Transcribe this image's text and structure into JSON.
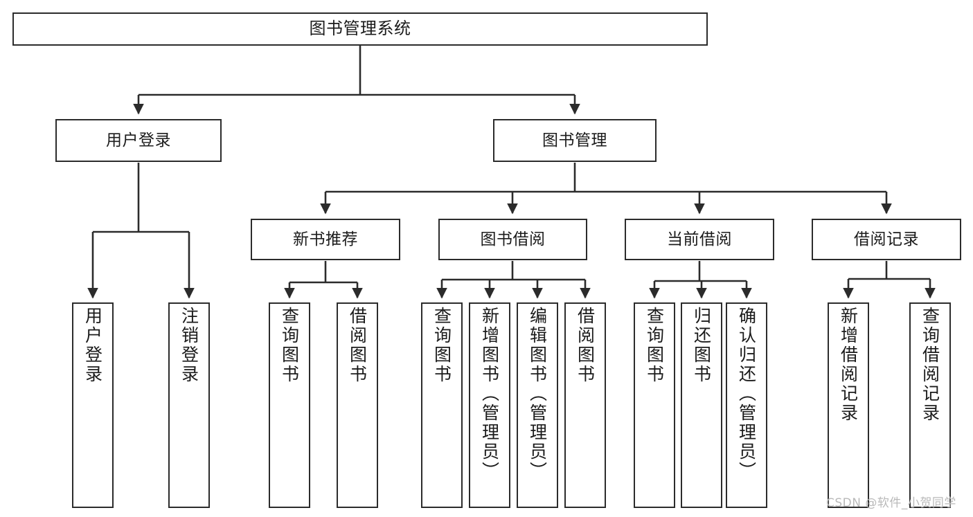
{
  "diagram": {
    "type": "tree-hierarchy",
    "title": "图书管理系统",
    "watermark": "CSDN @软件_小贺同学",
    "colors": {
      "stroke": "#2b2b2b",
      "fill": "#ffffff",
      "text": "#1b1b1b",
      "watermark": "#b9b9b9"
    },
    "nodes": {
      "root": {
        "label": "图书管理系统"
      },
      "level1": [
        {
          "id": "user-login",
          "label": "用户登录"
        },
        {
          "id": "book-management",
          "label": "图书管理"
        }
      ],
      "level2": [
        {
          "id": "new-book-recommend",
          "label": "新书推荐"
        },
        {
          "id": "book-borrow",
          "label": "图书借阅"
        },
        {
          "id": "current-borrow",
          "label": "当前借阅"
        },
        {
          "id": "borrow-record",
          "label": "借阅记录"
        }
      ],
      "leaves": {
        "user-login": [
          {
            "id": "leaf-user-login",
            "label": "用户登录"
          },
          {
            "id": "leaf-logout",
            "label": "注销登录"
          }
        ],
        "new-book-recommend": [
          {
            "id": "leaf-query-book-1",
            "label": "查询图书"
          },
          {
            "id": "leaf-borrow-book-1",
            "label": "借阅图书"
          }
        ],
        "book-borrow": [
          {
            "id": "leaf-query-book-2",
            "label": "查询图书"
          },
          {
            "id": "leaf-add-book",
            "label": "新增图书（管理员）"
          },
          {
            "id": "leaf-edit-book",
            "label": "编辑图书（管理员）"
          },
          {
            "id": "leaf-borrow-book-2",
            "label": "借阅图书"
          }
        ],
        "current-borrow": [
          {
            "id": "leaf-query-book-3",
            "label": "查询图书"
          },
          {
            "id": "leaf-return-book",
            "label": "归还图书"
          },
          {
            "id": "leaf-confirm-return",
            "label": "确认归还（管理员）"
          }
        ],
        "borrow-record": [
          {
            "id": "leaf-add-record",
            "label": "新增借阅记录"
          },
          {
            "id": "leaf-query-record",
            "label": "查询借阅记录"
          }
        ]
      }
    }
  }
}
